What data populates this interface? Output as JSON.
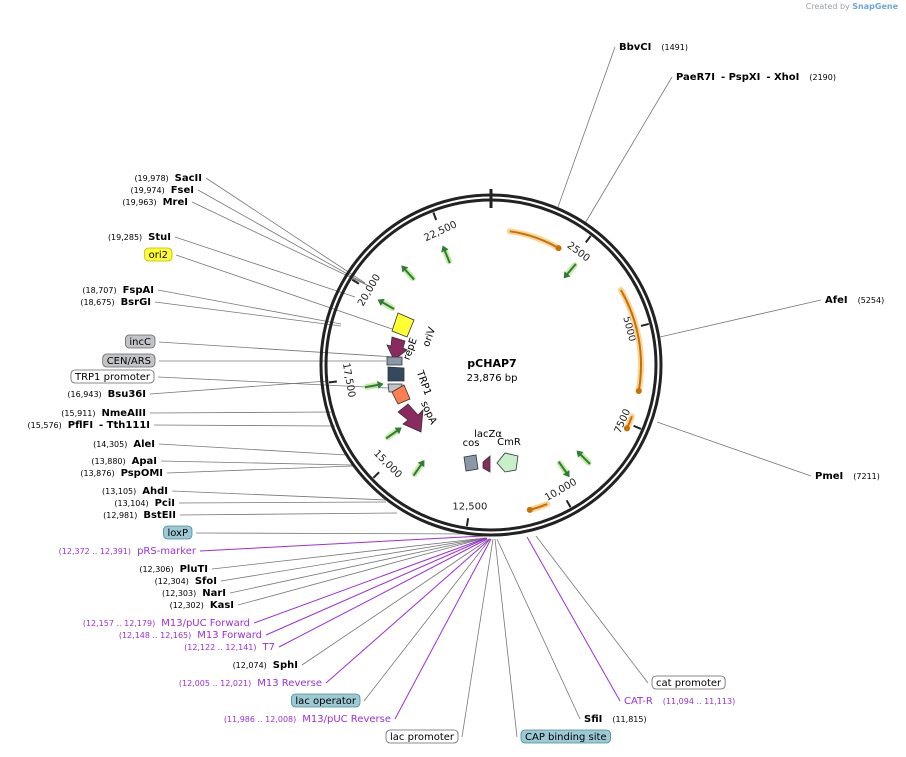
{
  "credit": {
    "prefix": "Created by",
    "brand": "SnapGene"
  },
  "plasmid": {
    "name": "pCHAP7",
    "length": "23,876 bp",
    "length_bp": 23876
  },
  "ticks": [
    "2500",
    "5000",
    "7500",
    "10,000",
    "12,500",
    "15,000",
    "17,500",
    "20,000",
    "22,500"
  ],
  "features": [
    {
      "name": "repE",
      "color": "#8b2a5e"
    },
    {
      "name": "oriV",
      "color": "#ffff33"
    },
    {
      "name": "TRP1",
      "color": "#34495e"
    },
    {
      "name": "sopA",
      "color": "#8b2a5e"
    },
    {
      "name": "lacZα",
      "color": "#8b2a5e"
    },
    {
      "name": "cos",
      "color": "#8a97a6"
    },
    {
      "name": "CmR",
      "color": "#c8f0c8"
    }
  ],
  "labels": [
    {
      "id": "bbvci",
      "name": "BbvCI",
      "pos": "(1491)",
      "kind": "enzyme"
    },
    {
      "id": "paer7i",
      "name": "PaeR7I",
      "extra": [
        "- PspXI",
        "- XhoI"
      ],
      "pos": "(2190)",
      "kind": "enzyme"
    },
    {
      "id": "afei",
      "name": "AfeI",
      "pos": "(5254)",
      "kind": "enzyme"
    },
    {
      "id": "pmei",
      "name": "PmeI",
      "pos": "(7211)",
      "kind": "enzyme"
    },
    {
      "id": "sacii",
      "name": "SacII",
      "pos": "(19,978)",
      "kind": "enzyme"
    },
    {
      "id": "fsei",
      "name": "FseI",
      "pos": "(19,974)",
      "kind": "enzyme"
    },
    {
      "id": "mrei",
      "name": "MreI",
      "pos": "(19,963)",
      "kind": "enzyme"
    },
    {
      "id": "stui",
      "name": "StuI",
      "pos": "(19,285)",
      "kind": "enzyme"
    },
    {
      "id": "ori2",
      "name": "ori2",
      "kind": "feature-yellow"
    },
    {
      "id": "fspai",
      "name": "FspAI",
      "pos": "(18,707)",
      "kind": "enzyme"
    },
    {
      "id": "bsrgi",
      "name": "BsrGI",
      "pos": "(18,675)",
      "kind": "enzyme"
    },
    {
      "id": "incc",
      "name": "incC",
      "kind": "feature-gray"
    },
    {
      "id": "cenars",
      "name": "CEN/ARS",
      "kind": "feature-gray"
    },
    {
      "id": "trp1p",
      "name": "TRP1 promoter",
      "kind": "feature-white"
    },
    {
      "id": "bsu36i",
      "name": "Bsu36I",
      "pos": "(16,943)",
      "kind": "enzyme"
    },
    {
      "id": "nmeaiii",
      "name": "NmeAIII",
      "pos": "(15,911)",
      "kind": "enzyme"
    },
    {
      "id": "pflfi",
      "name": "PflFI",
      "extra": [
        "- Tth111I"
      ],
      "pos": "(15,576)",
      "kind": "enzyme"
    },
    {
      "id": "alei",
      "name": "AleI",
      "pos": "(14,305)",
      "kind": "enzyme"
    },
    {
      "id": "apai",
      "name": "ApaI",
      "pos": "(13,880)",
      "kind": "enzyme"
    },
    {
      "id": "pspomi",
      "name": "PspOMI",
      "pos": "(13,876)",
      "kind": "enzyme"
    },
    {
      "id": "ahdi",
      "name": "AhdI",
      "pos": "(13,105)",
      "kind": "enzyme"
    },
    {
      "id": "pcii",
      "name": "PciI",
      "pos": "(13,104)",
      "kind": "enzyme"
    },
    {
      "id": "bsteii",
      "name": "BstEII",
      "pos": "(12,981)",
      "kind": "enzyme"
    },
    {
      "id": "loxp",
      "name": "loxP",
      "kind": "feature-blue"
    },
    {
      "id": "prsmarker",
      "name": "pRS-marker",
      "pos": "(12,372 .. 12,391)",
      "kind": "primer"
    },
    {
      "id": "pluti",
      "name": "PluTI",
      "pos": "(12,306)",
      "kind": "enzyme"
    },
    {
      "id": "sfoi",
      "name": "SfoI",
      "pos": "(12,304)",
      "kind": "enzyme"
    },
    {
      "id": "nari",
      "name": "NarI",
      "pos": "(12,303)",
      "kind": "enzyme"
    },
    {
      "id": "kasi",
      "name": "KasI",
      "pos": "(12,302)",
      "kind": "enzyme"
    },
    {
      "id": "m13puc",
      "name": "M13/pUC Forward",
      "pos": "(12,157 .. 12,179)",
      "kind": "primer"
    },
    {
      "id": "m13fwd",
      "name": "M13 Forward",
      "pos": "(12,148 .. 12,165)",
      "kind": "primer"
    },
    {
      "id": "t7",
      "name": "T7",
      "pos": "(12,122 .. 12,141)",
      "kind": "primer"
    },
    {
      "id": "sphi",
      "name": "SphI",
      "pos": "(12,074)",
      "kind": "enzyme"
    },
    {
      "id": "m13rev",
      "name": "M13 Reverse",
      "pos": "(12,005 .. 12,021)",
      "kind": "primer"
    },
    {
      "id": "lacop",
      "name": "lac operator",
      "kind": "feature-blue"
    },
    {
      "id": "m13pucrev",
      "name": "M13/pUC Reverse",
      "pos": "(11,986 .. 12,008)",
      "kind": "primer"
    },
    {
      "id": "lacprom",
      "name": "lac promoter",
      "kind": "feature-white"
    },
    {
      "id": "cap",
      "name": "CAP binding site",
      "kind": "feature-blue"
    },
    {
      "id": "sfii",
      "name": "SfiI",
      "pos": "(11,815)",
      "kind": "enzyme"
    },
    {
      "id": "catr",
      "name": "CAT-R",
      "pos": "(11,094 .. 11,113)",
      "kind": "primer"
    },
    {
      "id": "catprom",
      "name": "cat promoter",
      "kind": "feature-white"
    }
  ]
}
